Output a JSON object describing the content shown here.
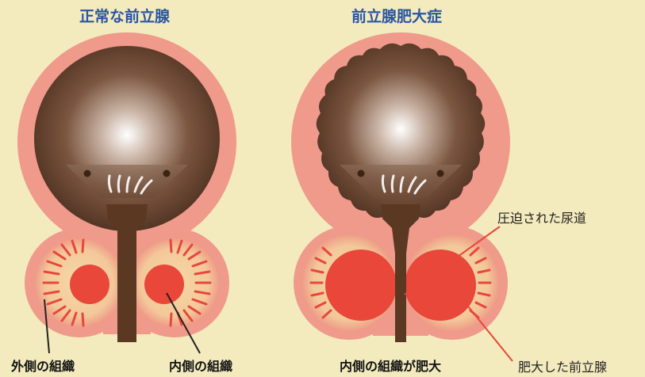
{
  "titles": {
    "normal": "正常な前立腺",
    "enlarged": "前立腺肥大症"
  },
  "labels": {
    "outer_tissue": "外側の組織",
    "inner_tissue": "内側の組織",
    "inner_enlarged": "内側の組織が肥大",
    "compressed_urethra": "圧迫された尿道",
    "enlarged_prostate": "肥大した前立腺"
  },
  "colors": {
    "background": "#f3eabd",
    "outer_wall": "#ef9a8b",
    "bladder_dark": "#5a3822",
    "prostate_inner": "#e8473a",
    "callout_line": "#e8473a",
    "title": "#2a55a4"
  }
}
